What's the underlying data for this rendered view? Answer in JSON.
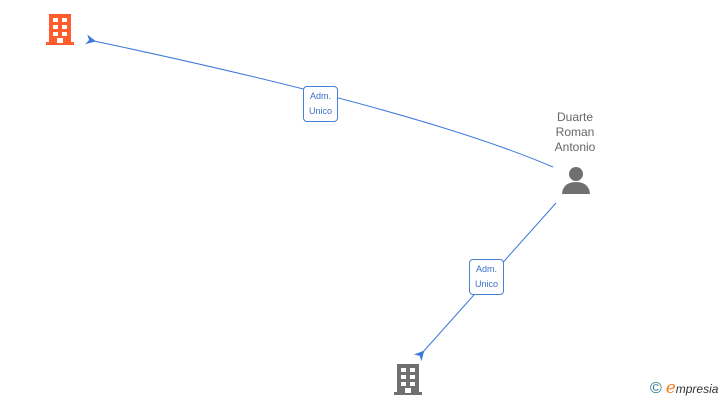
{
  "nodes": {
    "person": {
      "name_lines": [
        "Duarte",
        "Roman",
        "Antonio"
      ],
      "icon": "person-icon"
    },
    "company_top": {
      "icon": "building-icon",
      "color": "#ff5c2e"
    },
    "company_bottom": {
      "icon": "building-icon",
      "color": "#707070"
    }
  },
  "edges": [
    {
      "label_lines": [
        "Adm.",
        "Unico"
      ],
      "from": "person",
      "to": "company_top"
    },
    {
      "label_lines": [
        "Adm.",
        "Unico"
      ],
      "from": "person",
      "to": "company_bottom"
    }
  ],
  "edge_color": "#3b78dc",
  "watermark": {
    "copyright": "©",
    "brand": "Empresia"
  }
}
